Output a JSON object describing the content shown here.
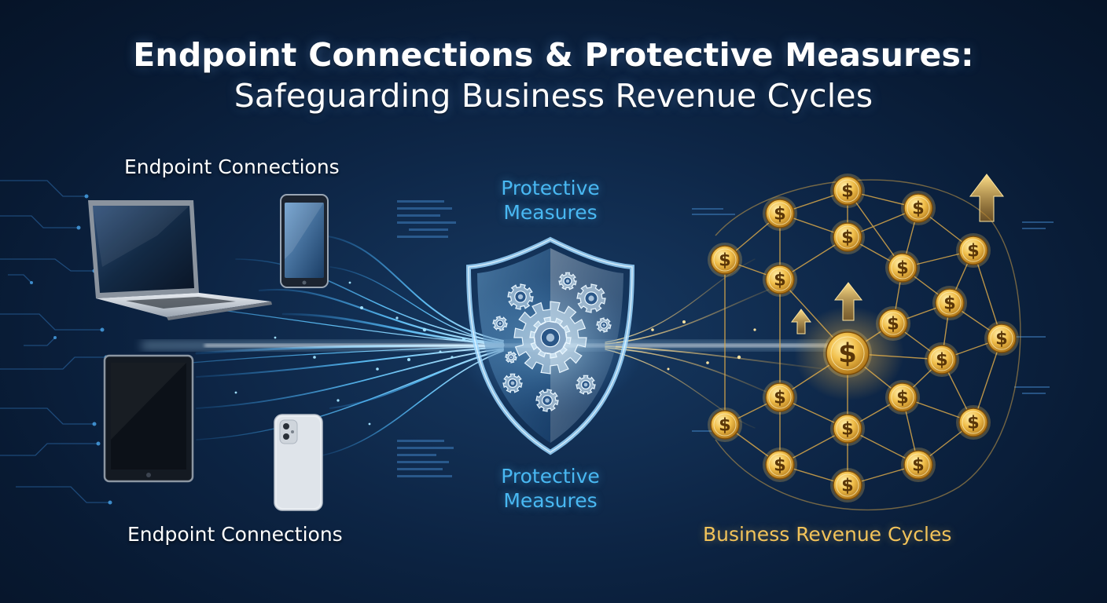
{
  "title": {
    "line1": "Endpoint Connections & Protective Measures:",
    "line2": "Safeguarding Business Revenue Cycles"
  },
  "labels": {
    "endpoint_top": "Endpoint Connections",
    "protective_top": [
      "Protective",
      "Measures"
    ],
    "protective_bottom": [
      "Protective",
      "Measures"
    ],
    "endpoint_bottom": "Endpoint Connections",
    "revenue": "Business Revenue Cycles"
  },
  "coin_symbol": "$",
  "devices": [
    "laptop-icon",
    "smartphone-icon",
    "tablet-icon",
    "white-smartphone-icon"
  ],
  "colors": {
    "accent_blue": "#49b8f2",
    "accent_gold": "#f2c35a",
    "background": "#0b2140",
    "text": "#ffffff"
  }
}
